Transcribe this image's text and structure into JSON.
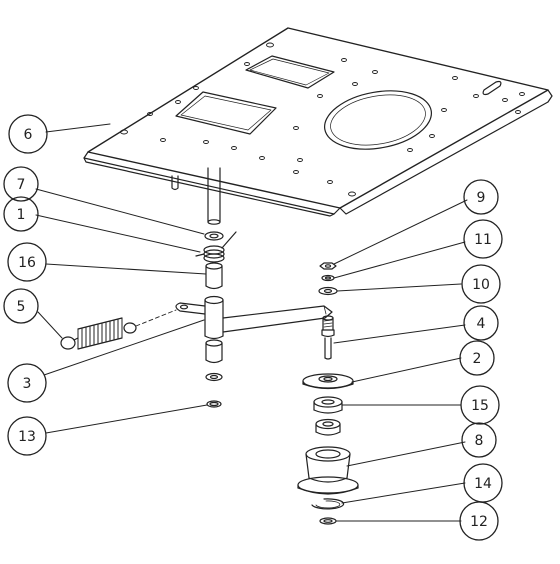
{
  "diagram": {
    "callouts": {
      "c6": "6",
      "c7": "7",
      "c1": "1",
      "c16": "16",
      "c5": "5",
      "c3": "3",
      "c13": "13",
      "c9": "9",
      "c11": "11",
      "c10": "10",
      "c4": "4",
      "c2": "2",
      "c15": "15",
      "c8": "8",
      "c14": "14",
      "c12": "12"
    },
    "colors": {
      "line": "#222222",
      "hidden": "#777777",
      "background": "#ffffff"
    }
  }
}
